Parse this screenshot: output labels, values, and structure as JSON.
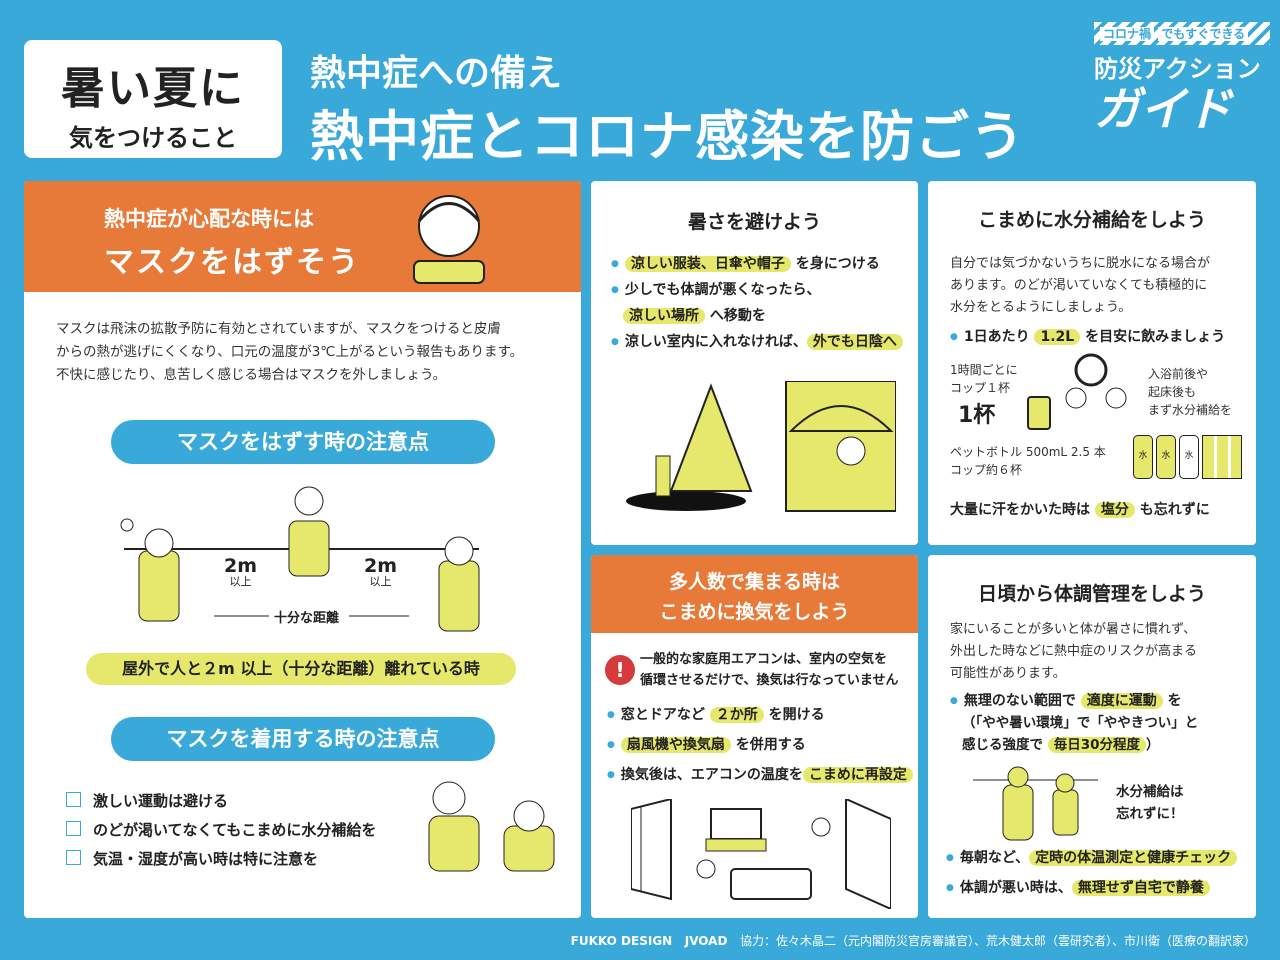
{
  "header": {
    "box_title": "暑い夏に",
    "box_subtitle": "気をつけること",
    "subtitle": "熱中症への備え",
    "title": "熱中症とコロナ感染を防ごう",
    "logo": {
      "tag_prefix": "コロナ禍",
      "tag_rest": "でもすぐできる",
      "line1": "防災アクション",
      "line2": "ガイド"
    }
  },
  "mask_card": {
    "banner_line1": "熱中症が心配な時には",
    "banner_line2": "マスクをはずそう",
    "body": [
      "マスクは飛沫の拡散予防に有効とされていますが、マスクをつけると皮膚",
      "からの熱が逃げにくくなり、口元の温度が3℃上がるという報告もあります。",
      "不快に感じたり、息苦しく感じる場合はマスクを外しましょう。"
    ],
    "remove_heading": "マスクをはずす時の注意点",
    "distance_left": "2m",
    "distance_left_sub": "以上",
    "distance_right": "2m",
    "distance_right_sub": "以上",
    "distance_label": "十分な距離",
    "remove_condition": "屋外で人と２m 以上（十分な距離）離れている時",
    "wear_heading": "マスクを着用する時の注意点",
    "wear_items": [
      "激しい運動は避ける",
      "のどが渇いてなくてもこまめに水分補給を",
      "気温・湿度が高い時は特に注意を"
    ]
  },
  "heat_card": {
    "title": "暑さを避けよう",
    "item1_hl": "涼しい服装、日傘や帽子",
    "item1_rest": "を身につける",
    "item2_a": "少しでも体調が悪くなったら、",
    "item2_hl": "涼しい場所",
    "item2_rest": "へ移動を",
    "item3_a": "涼しい室内に入れなければ、",
    "item3_hl": "外でも日陰へ"
  },
  "water_card": {
    "title": "こまめに水分補給をしよう",
    "body": [
      "自分では気づかないうちに脱水になる場合が",
      "あります。のどが渇いていなくても積極的に",
      "水分をとるようにしましょう。"
    ],
    "daily_a": "1日あたり",
    "daily_hl": "1.2L",
    "daily_rest": "を目安に飲みましょう",
    "hourly": [
      "1時間ごとに",
      "コップ１杯"
    ],
    "cup_label": "1杯",
    "bath": [
      "入浴前後や",
      "起床後も",
      "まず水分補給を"
    ],
    "bottle": [
      "ペットボトル 500mL 2.5 本",
      "コップ約６杯"
    ],
    "bottle_label": "水",
    "salt_a": "大量に汗をかいた時は",
    "salt_hl": "塩分",
    "salt_rest": "も忘れずに"
  },
  "vent_card": {
    "banner_line1": "多人数で集まる時は",
    "banner_line2": "こまめに換気をしよう",
    "warning": [
      "一般的な家庭用エアコンは、室内の空気を",
      "循環させるだけで、換気は行なっていません"
    ],
    "item1_a": "窓とドアなど",
    "item1_hl": "２か所",
    "item1_rest": "を開ける",
    "item2_hl": "扇風機や換気扇",
    "item2_rest": "を併用する",
    "item3_a": "換気後は、エアコンの温度を",
    "item3_hl": "こまめに再設定"
  },
  "health_card": {
    "title": "日頃から体調管理をしよう",
    "body": [
      "家にいることが多いと体が暑さに慣れず、",
      "外出した時などに熱中症のリスクが高まる",
      "可能性があります。"
    ],
    "ex_a": "無理のない範囲で",
    "ex_hl": "適度に運動",
    "ex_b": "を",
    "ex_c": "（「やや暑い環境」で「ややきつい」と",
    "ex_d": "感じる強度で",
    "ex_hl2": "毎日30分程度",
    "ex_e": "）",
    "water_note": [
      "水分補給は",
      "忘れずに！"
    ],
    "morning_a": "毎朝など、",
    "morning_hl": "定時の体温測定と健康チェック",
    "sick_a": "体調が悪い時は、",
    "sick_hl": "無理せず自宅で静養"
  },
  "footer": {
    "brand1": "FUKKO DESIGN",
    "brand2": "JVOAD",
    "credits": "協力：佐々木晶二（元内閣防災官房審議官）、荒木健太郎（雲研究者）、市川衛（医療の翻訳家）"
  },
  "colors": {
    "background": "#39a9d9",
    "orange": "#e77a38",
    "highlight": "#e6e86b"
  }
}
